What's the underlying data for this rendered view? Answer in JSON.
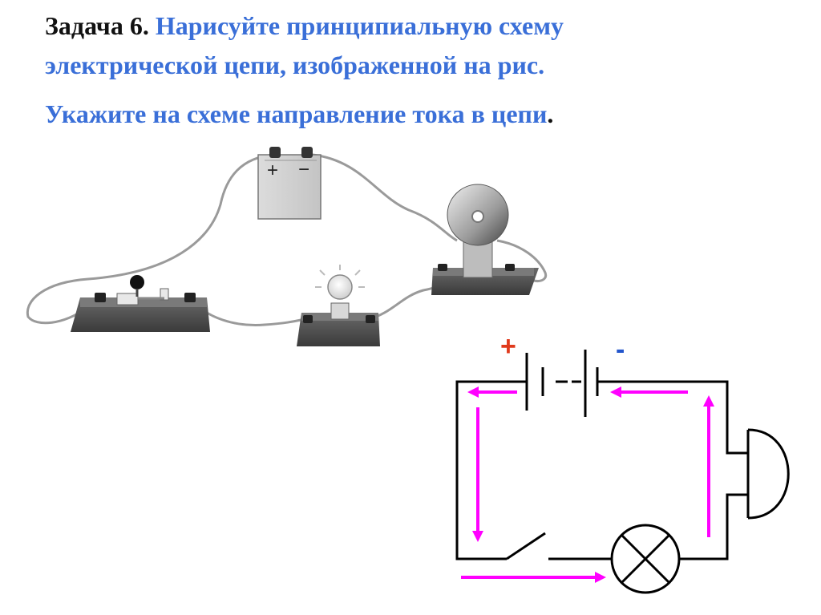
{
  "task": {
    "number": "Задача 6.",
    "line1": "Нарисуйте принципиальную схему",
    "line2": "электрической цепи, изображенной на рис.",
    "line3": "Укажите на схеме направление тока в цепи",
    "line3_end": "."
  },
  "schematic": {
    "plus_sign": "+",
    "minus_sign": "-",
    "arrow_color": "#ff00ff",
    "wire_color": "#000000"
  },
  "illustration": {
    "battery_plus": "+",
    "battery_minus": "−"
  }
}
